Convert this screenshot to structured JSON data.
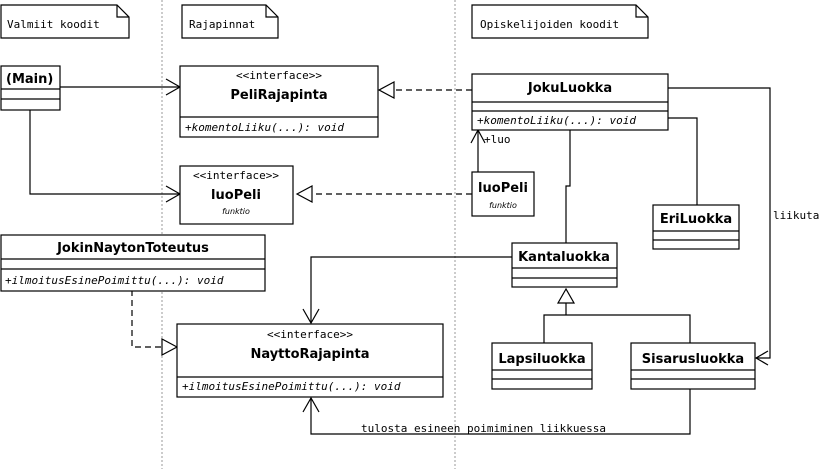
{
  "notes": {
    "valmiit": "Valmiit koodit",
    "rajapinnat": "Rajapinnat",
    "opiskelijat": "Opiskelijoiden koodit"
  },
  "classes": {
    "main": {
      "name": "(Main)"
    },
    "peli_rajapinta": {
      "stereotype": "<<interface>>",
      "name": "PeliRajapinta",
      "operation": "+komentoLiiku(...): void"
    },
    "luo_peli_iface": {
      "stereotype": "<<interface>>",
      "name": "luoPeli",
      "subtitle": "funktio"
    },
    "jokin_nayton": {
      "name": "JokinNaytonToteutus",
      "operation": "+ilmoitusEsinePoimittu(...): void"
    },
    "naytto_rajapinta": {
      "stereotype": "<<interface>>",
      "name": "NayttoRajapinta",
      "operation": "+ilmoitusEsinePoimittu(...): void"
    },
    "joku_luokka": {
      "name": "JokuLuokka",
      "operation": "+komentoLiiku(...): void"
    },
    "luo_peli_func": {
      "name": "luoPeli",
      "subtitle": "funktio"
    },
    "eri_luokka": {
      "name": "EriLuokka"
    },
    "kanta_luokka": {
      "name": "Kantaluokka"
    },
    "lapsi_luokka": {
      "name": "Lapsiluokka"
    },
    "sisarus_luokka": {
      "name": "Sisarusluokka"
    }
  },
  "labels": {
    "luo": "+luo",
    "liikuta": "liikuta",
    "tulosta": "tulosta esineen poimiminen liikkuessa"
  }
}
